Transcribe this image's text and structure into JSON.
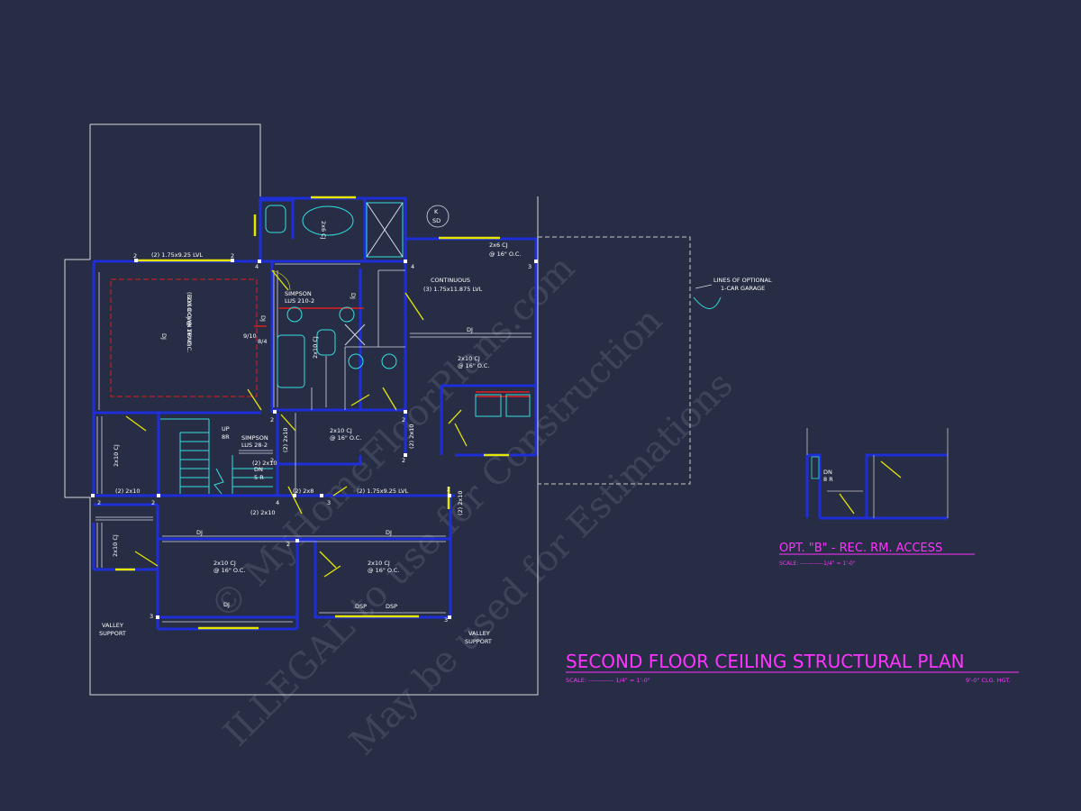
{
  "title": {
    "main": "SECOND FLOOR CEILING STRUCTURAL PLAN",
    "scale": "SCALE: ------------ 1/4\" = 1'-0\"",
    "height": "9'-0\" CLG. HGT."
  },
  "detail": {
    "title": "OPT. \"B\" - REC. RM. ACCESS",
    "scale": "SCALE: ------------1/4\" = 1'-0\"",
    "dn": "DN",
    "riser": "8 R"
  },
  "labels": {
    "beam_top": "(2) 1.75x9.25 LVL",
    "beam_mid": "(2) 1.75x9.25 LVL",
    "dj": "DJ",
    "cj_tray": "2x10 CJ @ 16\" O.C.",
    "tray_note": "(BOX DOWN TRAY)",
    "cj_2x6": "2x6 CJ",
    "cj_oc": "@ 16\" O.C.",
    "continuous": "CONTINUOUS",
    "lvl_cont": "(3) 1.75x11.875 LVL",
    "garage": "LINES OF OPTIONAL",
    "garage2": "1-CAR GARAGE",
    "simpson1": "SIMPSON",
    "lus1": "LUS 210-2",
    "simpson2": "SIMPSON",
    "lus2": "LUS 28-2",
    "cj_2x10": "2x10 CJ",
    "twox10": "(2) 2x10",
    "twox8": "(2) 2x8",
    "up": "UP",
    "up_r": "8R",
    "dn": "DN",
    "dn_r": "5 R",
    "valley": "VALLEY",
    "support": "SUPPORT",
    "dsp": "DSP",
    "k": "K",
    "sd": "SD",
    "ninety": "9/10",
    "eighty": "8/4",
    "cj_vert": "2x6 CJ",
    "n2": "2",
    "n3": "3",
    "n4": "4"
  },
  "watermark": {
    "line1": "© MyHomeFloorPlans.com",
    "line2": "ILLEGAL to use for Construction",
    "line3": "May be used for Estimations"
  },
  "colors": {
    "background": "#272d44",
    "wall": "#1e2ed8",
    "window": "#e6e600",
    "magenta": "#ff33ff",
    "cyan": "#33e0e0",
    "red": "#e02020",
    "white": "#ffffff"
  }
}
